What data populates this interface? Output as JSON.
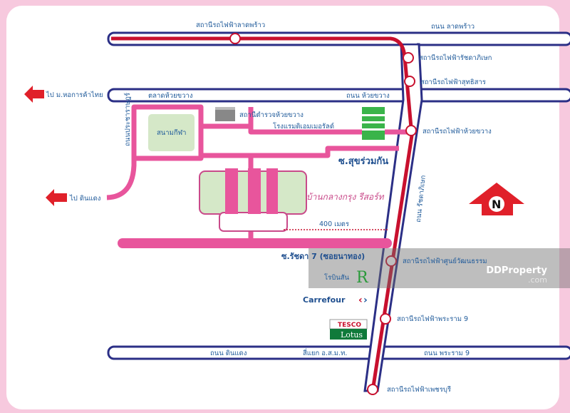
{
  "map": {
    "stations": {
      "lat_phrao": "สถานีรถไฟฟ้าลาดพร้าว",
      "ratchadaphisek": "สถานีรถไฟฟ้ารัชดาภิเษก",
      "sutthisan": "สถานีรถไฟฟ้าสุทธิสาร",
      "huai_khwang": "สถานีรถไฟฟ้าห้วยขวาง",
      "thailand_cultural_centre": "สถานีรถไฟฟ้าศูนย์วัฒนธรรม",
      "rama9": "สถานีรถไฟฟ้าพระราม 9",
      "phetchaburi": "สถานีรถไฟฟ้าเพชรบุรี"
    },
    "roads": {
      "lat_phrao": "ถนน ลาดพร้าว",
      "huai_khwang": "ถนน ห้วยขวาง",
      "huai_khwang_market": "ตลาดห้วยขวาง",
      "pracharat": "ถนนประชาราษฎร์",
      "ratchadaphisek": "ถนน รัชดาภิเษก",
      "din_daeng": "ถนน ดินแดง",
      "rama9": "ถนน พระราม 9",
      "intersection": "สี่แยก อ.ส.ม.ท.",
      "soi_sukruamkan": "ซ.สุขร่วมกัน",
      "soi_ratchada7": "ซ.รัชดา 7 (ซอยนาทอง)"
    },
    "places": {
      "stadium": "สนามกีฬา",
      "police": "สถานีตำรวจห้วยขวาง",
      "hotel": "โรงแรมดิเอมเมอรัลด์",
      "project": "บ้านกลางกรุง รีสอร์ท",
      "robinson": "โรบินสัน",
      "carrefour": "Carrefour",
      "tesco": "TESCO",
      "lotus": "Lotus"
    },
    "directions": {
      "to_utcc": "ไป ม.หอการค้าไทย",
      "to_din_daeng": "ไป ดินแดง"
    },
    "distance": "400 เมตร",
    "north": "N",
    "watermark": {
      "brand": "DDProperty",
      "suffix": ".com"
    },
    "colors": {
      "road": "#2b2f86",
      "metro": "#c8102e",
      "soi": "#e8559c",
      "green": "#d5e8c8"
    }
  }
}
